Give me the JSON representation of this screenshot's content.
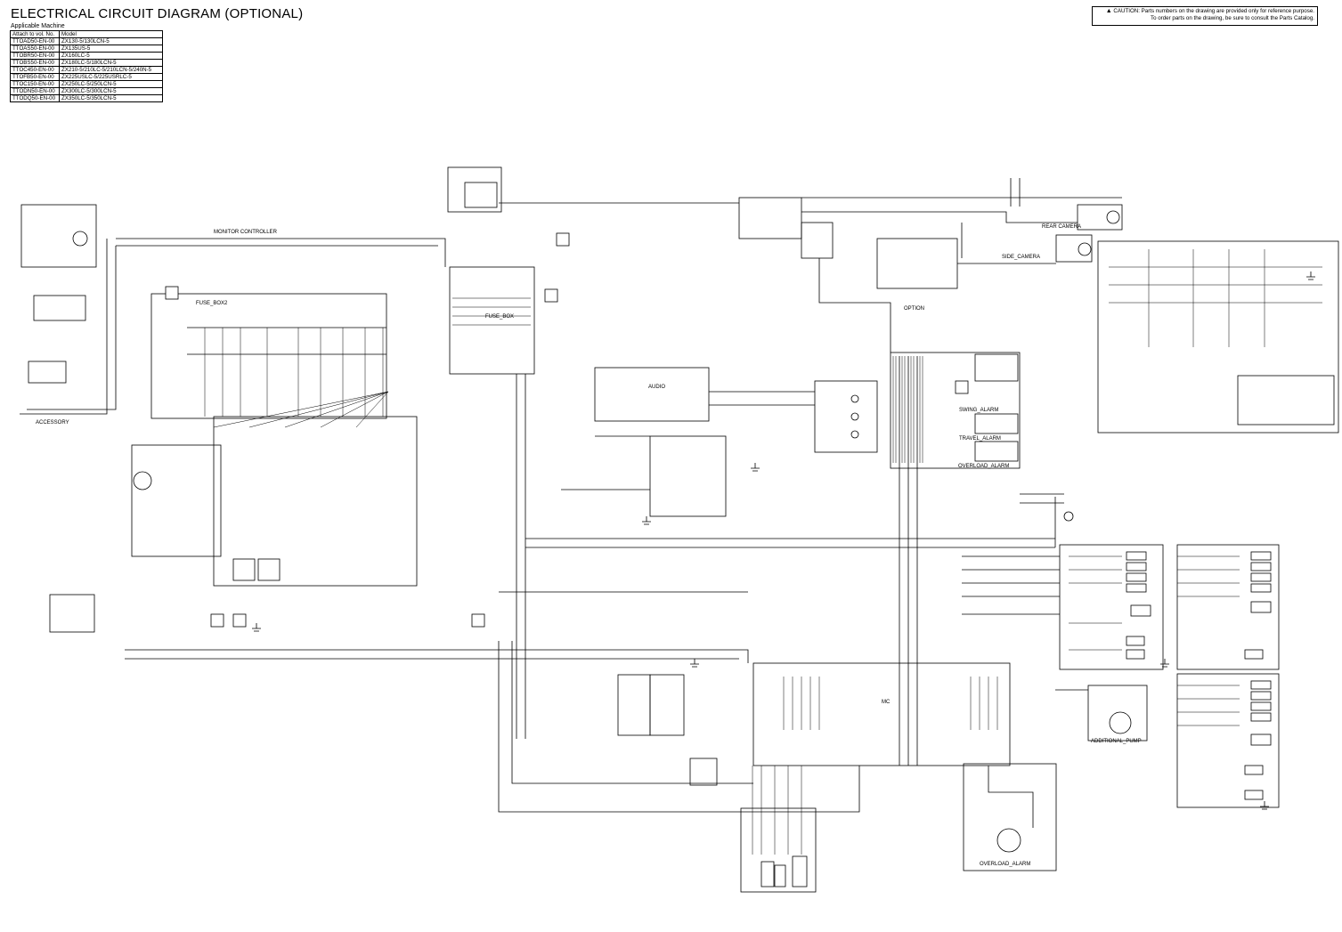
{
  "title": "ELECTRICAL CIRCUIT DIAGRAM (OPTIONAL)",
  "applicable_machine_label": "Applicable Machine",
  "table": {
    "headers": [
      "Attach to vol. No.",
      "Model"
    ],
    "rows": [
      [
        "TTOAD50-EN-00",
        "ZX130-5/130LCN-5"
      ],
      [
        "TTOAS50-EN-00",
        "ZX135US-5"
      ],
      [
        "TTOBR50-EN-00",
        "ZX160LC-5"
      ],
      [
        "TTOBS50-EN-00",
        "ZX180LC-5/180LCN-5"
      ],
      [
        "TTOC450-EN-00",
        "ZX210-5/210LC-5/210LCN-5/240N-5"
      ],
      [
        "TTOFB50-EN-00",
        "ZX225USLC-5/225USRLC-5"
      ],
      [
        "TTOC150-EN-00",
        "ZX250LC-5/250LCN-5"
      ],
      [
        "TTODN50-EN-00",
        "ZX300LC-5/300LCN-5"
      ],
      [
        "TTODQ50-EN-00",
        "ZX350LC-5/350LCN-5"
      ]
    ]
  },
  "caution": {
    "line1": "CAUTION: Parts numbers on the drawing are provided only for reference purpose.",
    "line2": "To order parts on the drawing, be sure to consult the Parts Catalog."
  },
  "labels": {
    "fuse_box2": "FUSE_BOX2",
    "fuse_box": "FUSE_BOX",
    "swing_alarm": "SWING_ALARM",
    "travel_alarm": "TRAVEL_ALARM",
    "overload_alarm": "OVERLOAD_ALARM",
    "additional_pump": "ADDITIONAL_PUMP",
    "overload_alarm2": "OVERLOAD_ALARM",
    "audio": "AUDIO",
    "option": "OPTION",
    "mc": "MC",
    "accessory": "ACCESSORY",
    "monitor_controller": "MONITOR CONTROLLER",
    "rear_camera": "REAR CAMERA",
    "side_camera": "SIDE_CAMERA"
  }
}
